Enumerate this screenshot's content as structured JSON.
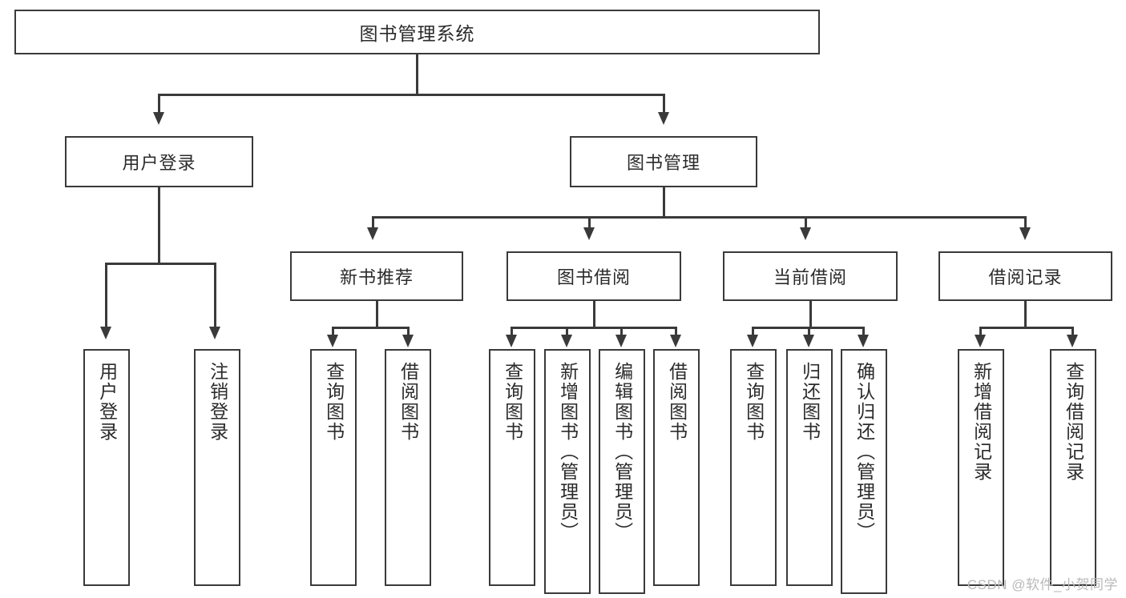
{
  "diagram": {
    "title": "图书管理系统",
    "type": "tree",
    "root": {
      "label": "图书管理系统"
    },
    "level2": [
      {
        "id": "user-login",
        "label": "用户登录"
      },
      {
        "id": "book-manage",
        "label": "图书管理"
      }
    ],
    "level3": [
      {
        "id": "new-book-recommend",
        "label": "新书推荐",
        "parent": "book-manage"
      },
      {
        "id": "book-borrow",
        "label": "图书借阅",
        "parent": "book-manage"
      },
      {
        "id": "current-borrow",
        "label": "当前借阅",
        "parent": "book-manage"
      },
      {
        "id": "borrow-record",
        "label": "借阅记录",
        "parent": "book-manage"
      }
    ],
    "leaves": [
      {
        "id": "leaf-user-login",
        "label": "用户登录",
        "parent": "user-login"
      },
      {
        "id": "leaf-logout",
        "label": "注销登录",
        "parent": "user-login"
      },
      {
        "id": "leaf-query-book-1",
        "label": "查询图书",
        "parent": "new-book-recommend"
      },
      {
        "id": "leaf-borrow-book-1",
        "label": "借阅图书",
        "parent": "new-book-recommend"
      },
      {
        "id": "leaf-query-book-2",
        "label": "查询图书",
        "parent": "book-borrow"
      },
      {
        "id": "leaf-add-book",
        "label": "新增图书（管理员）",
        "parent": "book-borrow"
      },
      {
        "id": "leaf-edit-book",
        "label": "编辑图书（管理员）",
        "parent": "book-borrow"
      },
      {
        "id": "leaf-borrow-book-2",
        "label": "借阅图书",
        "parent": "book-borrow"
      },
      {
        "id": "leaf-query-book-3",
        "label": "查询图书",
        "parent": "current-borrow"
      },
      {
        "id": "leaf-return-book",
        "label": "归还图书",
        "parent": "current-borrow"
      },
      {
        "id": "leaf-confirm-return",
        "label": "确认归还（管理员）",
        "parent": "current-borrow"
      },
      {
        "id": "leaf-add-record",
        "label": "新增借阅记录",
        "parent": "borrow-record"
      },
      {
        "id": "leaf-query-record",
        "label": "查询借阅记录",
        "parent": "borrow-record"
      }
    ],
    "colors": {
      "stroke": "#3a3a3a",
      "fill": "#ffffff",
      "text": "#2b2b2b",
      "watermark": "#b9b9b9"
    }
  },
  "watermark": {
    "text": "CSDN @软件_小贺同学"
  }
}
